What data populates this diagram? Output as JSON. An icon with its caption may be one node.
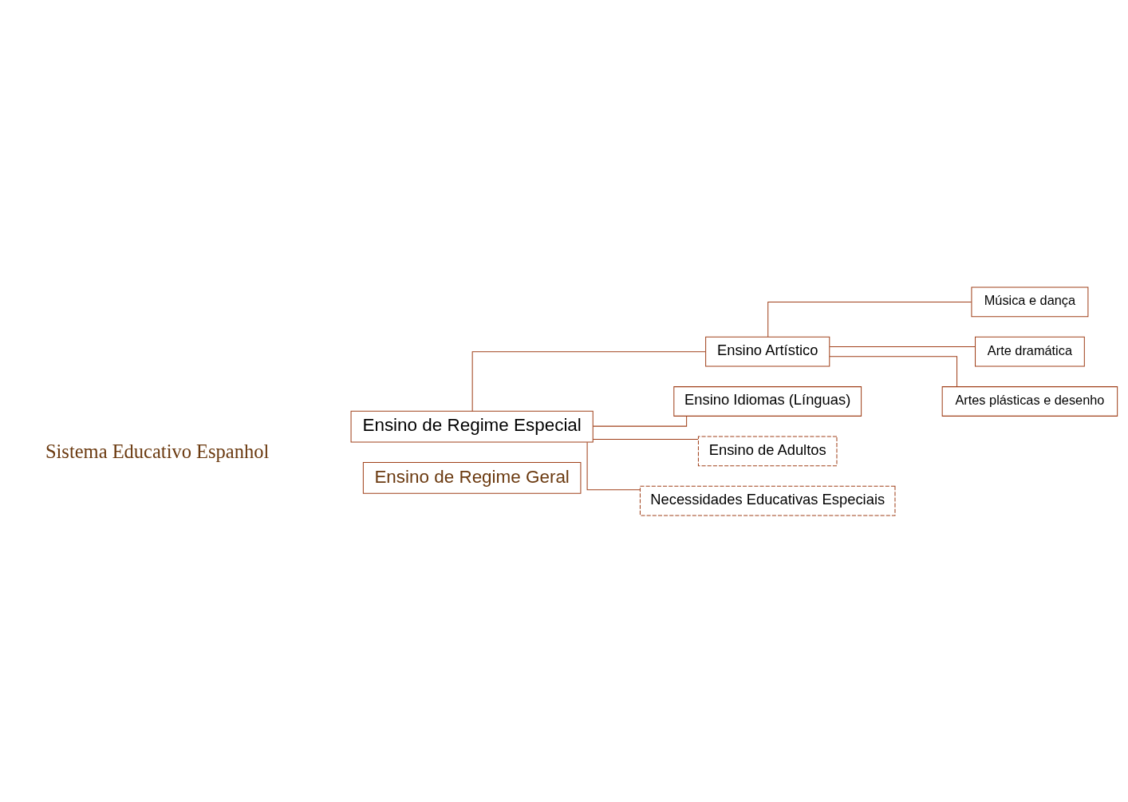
{
  "diagram": {
    "nodes": [
      {
        "text": [
          "Ensino de Regime Especial"
        ]
      },
      {
        "text": [
          "Ensino Artístico"
        ]
      },
      {
        "text": [
          "Ensino Idiomas (Línguas)"
        ]
      },
      {
        "text": [
          "Ensino de Adultos"
        ]
      },
      {
        "text": [
          "Necessidades Educativas Especiais"
        ]
      },
      {
        "text": [
          "Música e dança"
        ]
      },
      {
        "text": [
          "Arte dramática"
        ]
      },
      {
        "text": [
          "Artes plásticas e desenho"
        ]
      },
      {
        "text": [
          "Ensino de Regime Geral"
        ]
      }
    ],
    "edges": [
      {
        "from": 0,
        "to": 1,
        "arrow": "none"
      },
      {
        "from": 0,
        "to": 2,
        "arrow": "none"
      },
      {
        "from": 0,
        "to": 3,
        "arrow": "none"
      },
      {
        "from": 0,
        "to": 4,
        "arrow": "none"
      },
      {
        "from": 1,
        "to": 5,
        "arrow": "none"
      },
      {
        "from": 1,
        "to": 6,
        "arrow": "none"
      },
      {
        "from": 1,
        "to": 7,
        "arrow": "none"
      }
    ],
    "labels": [
      "Sistema Educativo Espanhol"
    ]
  }
}
